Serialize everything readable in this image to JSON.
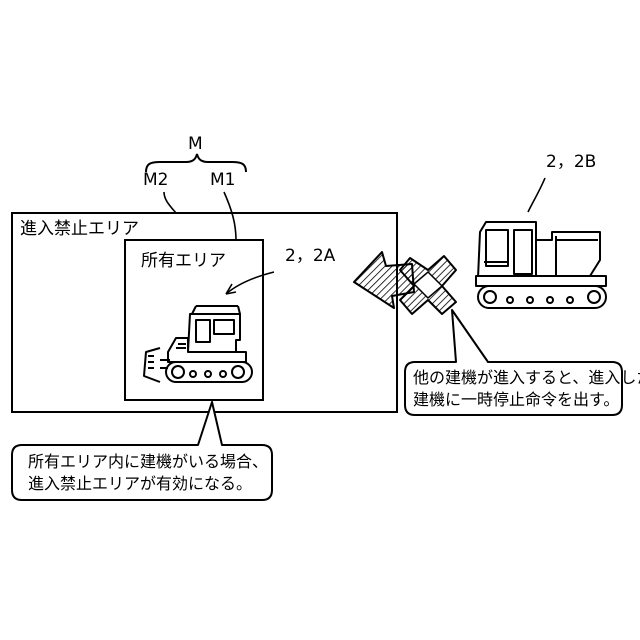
{
  "labels": {
    "m": "M",
    "m2": "M2",
    "m1": "M1",
    "restricted_area": "進入禁止エリア",
    "owned_area": "所有エリア",
    "machine_a": "2，2A",
    "machine_b": "2，2B"
  },
  "callouts": {
    "left": {
      "line1": "所有エリア内に建機がいる場合、",
      "line2": "進入禁止エリアが有効になる。"
    },
    "right": {
      "line1": "他の建機が進入すると、進入した",
      "line2": "建機に一時停止命令を出す。"
    }
  },
  "icons": [
    "bulldozer-icon",
    "excavator-icon",
    "entry-arrow-icon",
    "cross-mark-icon"
  ]
}
